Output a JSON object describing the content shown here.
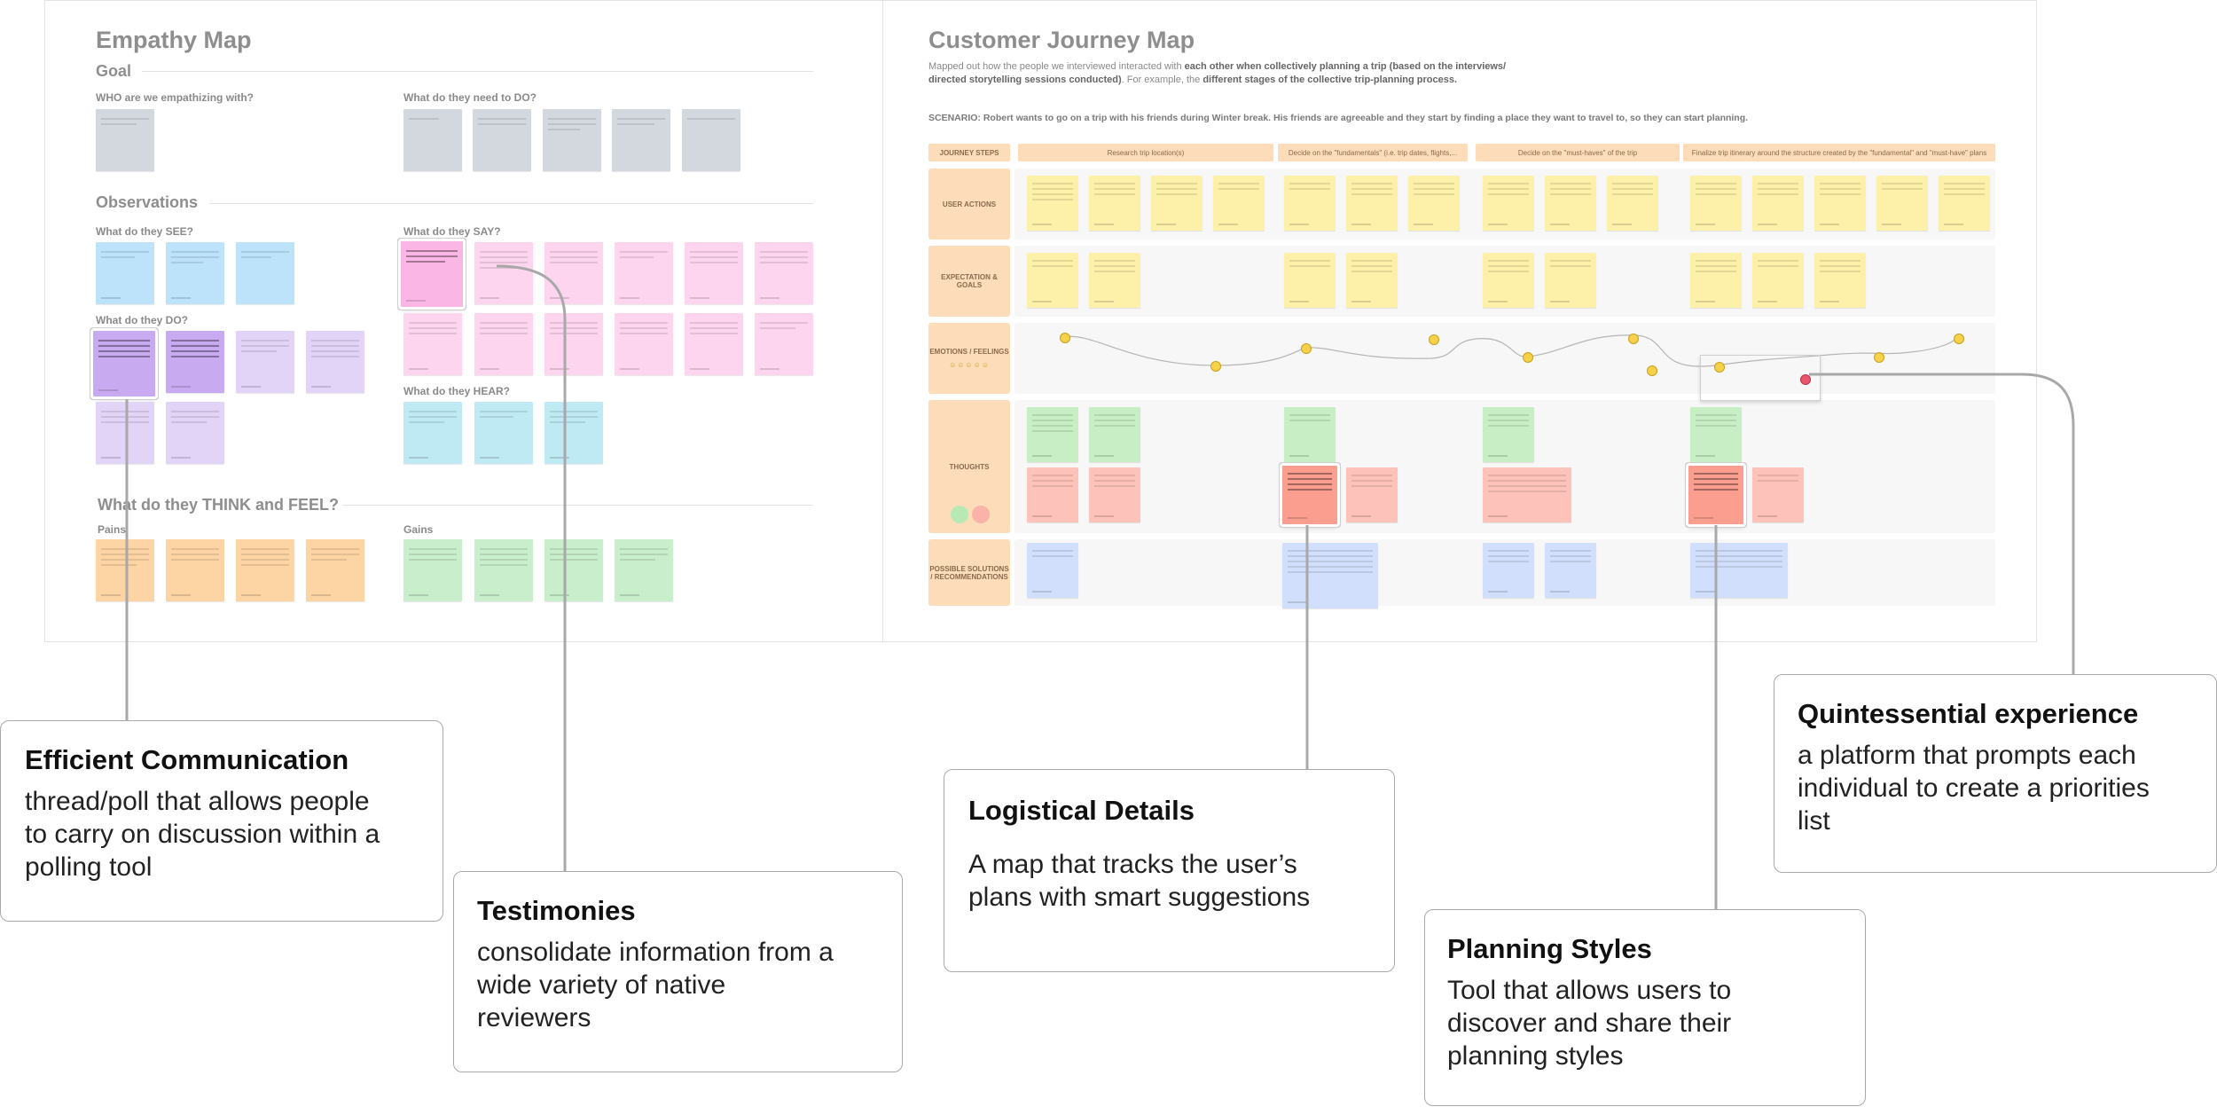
{
  "colors": {
    "gray": "#d3d8df",
    "blue": "#bde3fb",
    "pink": "#fdd5ee",
    "pink_dark": "#fab6e4",
    "purple": "#e2d4f7",
    "purple_dark": "#c7aaf0",
    "orange": "#fdd4a4",
    "green": "#c8eecb",
    "cyan": "#bfe9f3",
    "yellow": "#fdf0a8",
    "sage": "#c8eec5",
    "salmon": "#fdc2b9",
    "salmon_dark": "#fb9d8f",
    "lavender": "#d2dffc",
    "peach_header": "#fddcb9"
  },
  "empathy_map": {
    "title": "Empathy Map",
    "goal": "Goal",
    "who": "WHO are we empathizing with?",
    "do_need": "What do they need to DO?",
    "observations": "Observations",
    "see": "What do they SEE?",
    "say": "What do they SAY?",
    "do": "What do they DO?",
    "hear": "What do they HEAR?",
    "think_feel": "What do they THINK and FEEL?",
    "pains": "Pains",
    "gains": "Gains"
  },
  "journey_map": {
    "title": "Customer Journey Map",
    "desc_1_pre": "Mapped out how the people we interviewed interacted with ",
    "desc_1_bold": "each other when collectively planning a trip (based on the interviews/",
    "desc_2_bold": "directed storytelling sessions conducted)",
    "desc_2_mid": ". For example, the ",
    "desc_2_bold2": "different stages of the collective trip-planning process.",
    "scenario": "SCENARIO: Robert wants to go on a trip with his friends during Winter break. His friends are agreeable and they start by finding a place they want to travel to, so they can start planning.",
    "journey_steps": "JOURNEY STEPS",
    "steps": [
      "Research trip location(s)",
      "Decide on the \"fundamentals\" (i.e. trip dates, flights,...",
      "Decide on the \"must-haves\" of the trip",
      "Finalize trip itinerary around  the structure created by the \"fundamental\" and \"must-have\" plans"
    ],
    "rows": [
      "USER ACTIONS",
      "EXPECTATION & GOALS",
      "EMOTIONS / FEELINGS",
      "THOUGHTS",
      "POSSIBLE SOLUTIONS / RECOMMENDATIONS"
    ]
  },
  "callouts": [
    {
      "title": "Efficient Communication",
      "lines": [
        "thread/poll that allows people",
        "to carry on discussion within a",
        "polling tool"
      ]
    },
    {
      "title": "Testimonies",
      "lines": [
        "consolidate information from a",
        "wide variety of native",
        "reviewers"
      ]
    },
    {
      "title": "Logistical Details",
      "lines": [
        "A map that tracks the user’s",
        "plans with smart suggestions"
      ]
    },
    {
      "title": "Planning Styles",
      "lines": [
        "Tool that allows users to",
        "discover and share their",
        "planning styles"
      ]
    },
    {
      "title": "Quintessential experience",
      "lines": [
        "a platform that prompts each",
        "individual to create a priorities",
        "list"
      ]
    }
  ]
}
